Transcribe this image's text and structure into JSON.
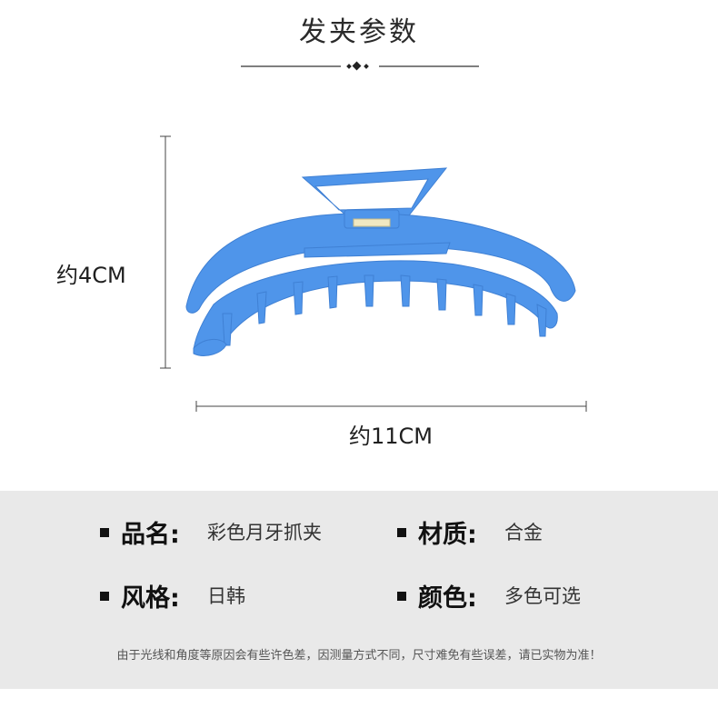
{
  "title": "发夹参数",
  "dimensions": {
    "height_label": "约4CM",
    "width_label": "约11CM"
  },
  "product": {
    "color": "#4f95ea"
  },
  "specs": [
    {
      "key": "品名:",
      "value": "彩色月牙抓夹"
    },
    {
      "key": "材质:",
      "value": "合金"
    },
    {
      "key": "风格:",
      "value": "日韩"
    },
    {
      "key": "颜色:",
      "value": "多色可选"
    }
  ],
  "note": "由于光线和角度等原因会有些许色差，因测量方式不同，尺寸难免有些误差，请已实物为准！"
}
